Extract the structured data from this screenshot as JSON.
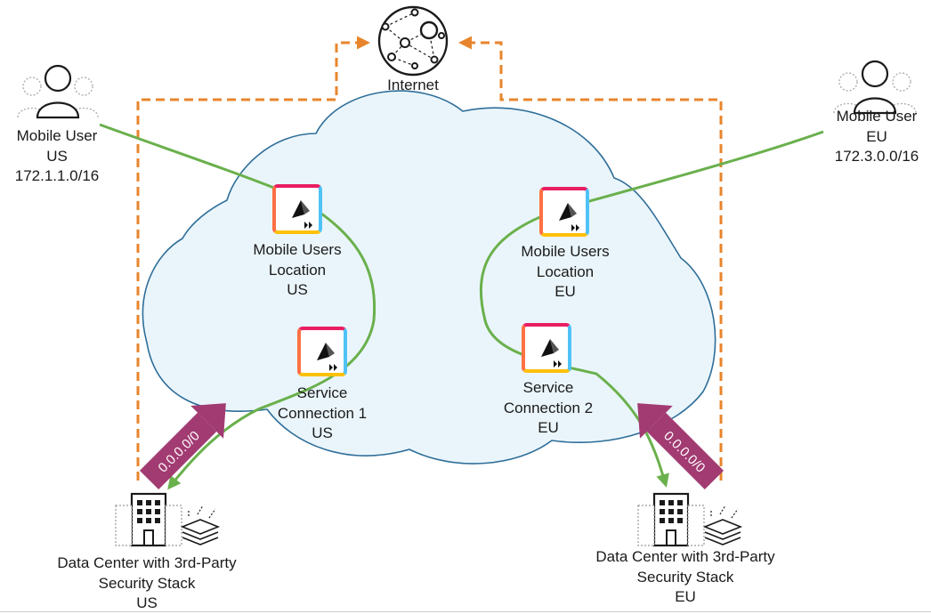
{
  "internet": {
    "label": "Internet"
  },
  "mobile_user_us": {
    "lines": [
      "Mobile User",
      "US",
      "172.1.1.0/16"
    ]
  },
  "mobile_user_eu": {
    "lines": [
      "Mobile User",
      "EU",
      "172.3.0.0/16"
    ]
  },
  "mu_location_us": {
    "lines": [
      "Mobile Users",
      "Location",
      "US"
    ]
  },
  "mu_location_eu": {
    "lines": [
      "Mobile Users",
      "Location",
      "EU"
    ]
  },
  "service_conn_us": {
    "lines": [
      "Service",
      "Connection 1",
      "US"
    ]
  },
  "service_conn_eu": {
    "lines": [
      "Service",
      "Connection 2",
      "EU"
    ]
  },
  "dc_us": {
    "lines": [
      "Data Center with 3rd-Party",
      "Security Stack",
      "US"
    ]
  },
  "dc_eu": {
    "lines": [
      "Data Center with 3rd-Party",
      "Security Stack",
      "EU"
    ]
  },
  "route_us": {
    "label": "0.0.0.0/0"
  },
  "route_eu": {
    "label": "0.0.0.0/0"
  },
  "colors": {
    "cloud_fill": "#eaf5fb",
    "cloud_stroke": "#2e6e99",
    "dashed_path": "#e8852c",
    "green_path": "#6ab04c",
    "route_arrow": "#a23b72"
  }
}
